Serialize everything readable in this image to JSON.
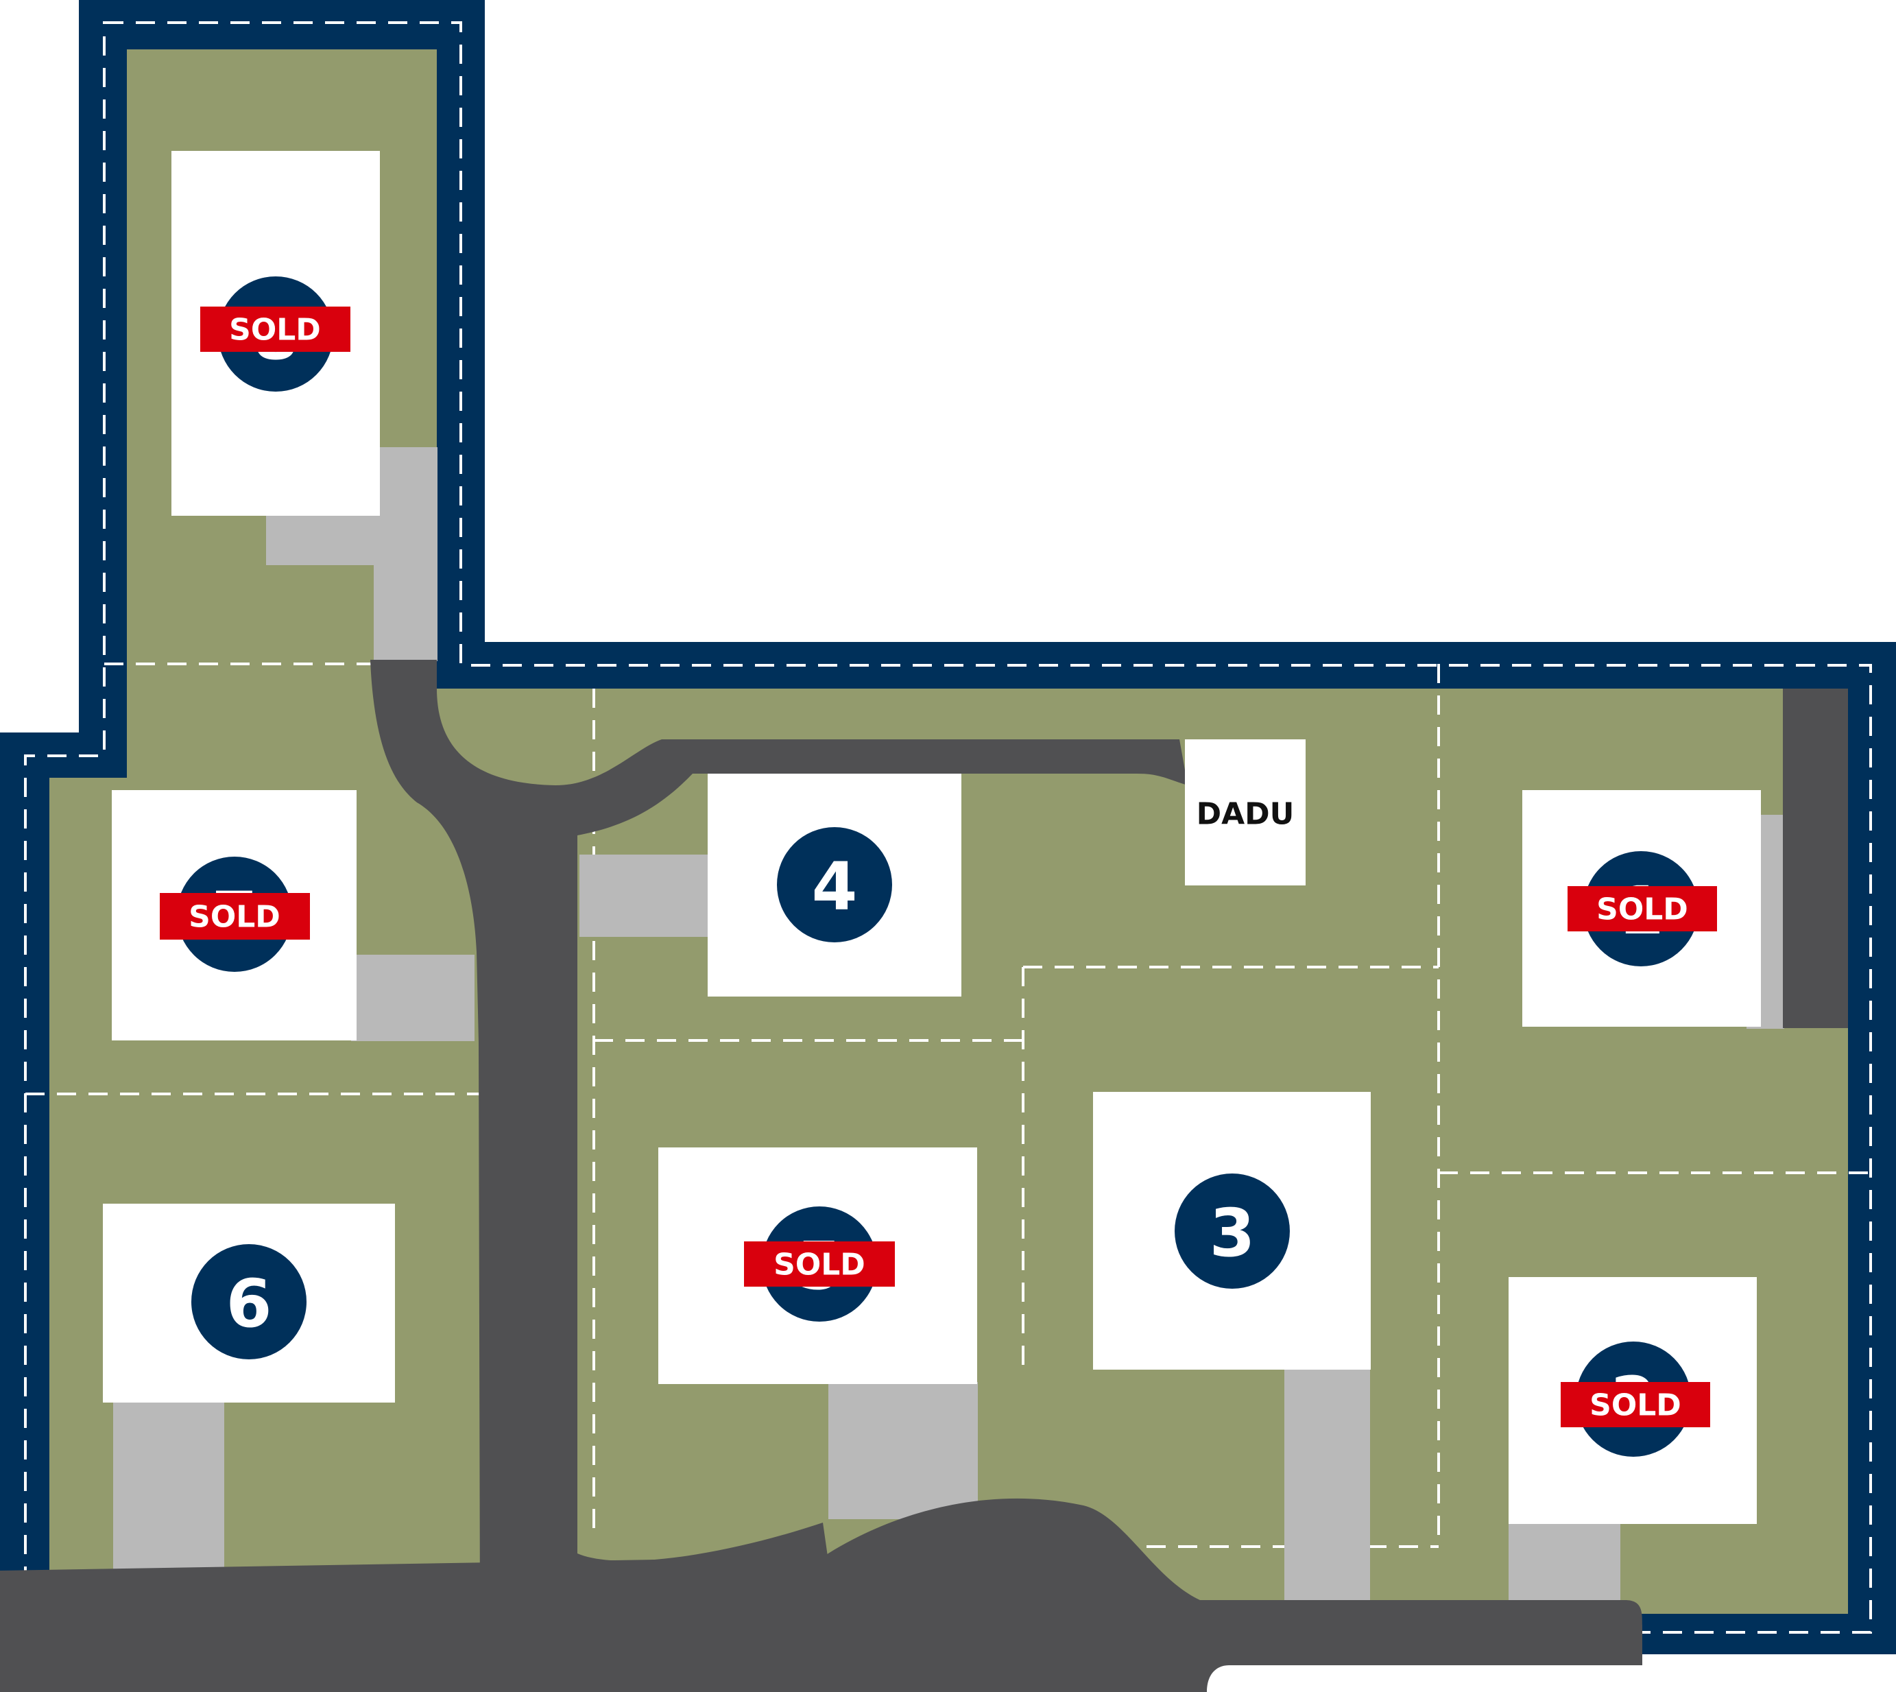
{
  "colors": {
    "boundary": "#00305a",
    "lawn": "#939b6d",
    "road": "#505052",
    "driveway": "#b9b9b9",
    "house": "#ffffff",
    "badge": "#00305a",
    "sold": "#d9000d"
  },
  "sold_label": "SOLD",
  "dadu_label": "DADU",
  "lots": [
    {
      "number": "8",
      "sold": true
    },
    {
      "number": "7",
      "sold": true
    },
    {
      "number": "6",
      "sold": false
    },
    {
      "number": "5",
      "sold": true
    },
    {
      "number": "4",
      "sold": false
    },
    {
      "number": "3",
      "sold": false
    },
    {
      "number": "1",
      "sold": true
    },
    {
      "number": "2",
      "sold": true
    }
  ]
}
